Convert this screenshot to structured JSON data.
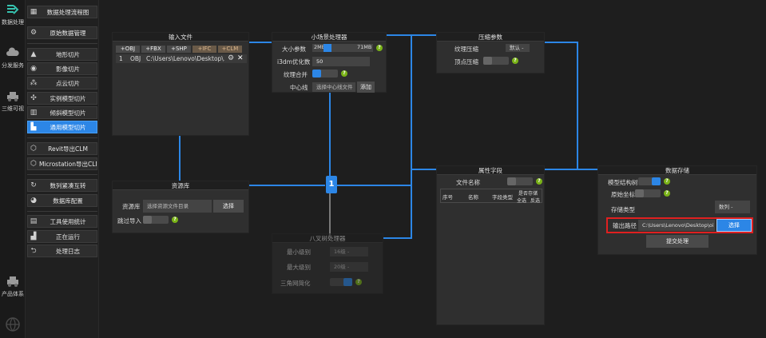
{
  "rail": [
    {
      "label": "数据处理",
      "icon": "data-processing-icon"
    },
    {
      "label": "分发服务",
      "icon": "cloud-distribution-icon"
    },
    {
      "label": "三维可视",
      "icon": "3d-view-icon"
    },
    {
      "label": "产品体系",
      "icon": "product-system-icon"
    }
  ],
  "menu": [
    {
      "label": "数据处理流程图",
      "icon": "grid-icon"
    },
    {
      "label": "原始数据管理",
      "icon": "gear-icon"
    },
    {
      "label": "地形切片",
      "icon": "terrain-icon"
    },
    {
      "label": "影像切片",
      "icon": "globe-icon"
    },
    {
      "label": "点云切片",
      "icon": "point-cloud-icon"
    },
    {
      "label": "实例模型切片",
      "icon": "instance-model-icon"
    },
    {
      "label": "倾斜模型切片",
      "icon": "oblique-model-icon"
    },
    {
      "label": "通用模型切片",
      "icon": "general-model-icon"
    },
    {
      "label": "Revit导出CLM",
      "icon": "cube-icon"
    },
    {
      "label": "Microstation导出CLM",
      "icon": "cube-icon"
    },
    {
      "label": "数列紧凑互转",
      "icon": "refresh-icon"
    },
    {
      "label": "数据库配置",
      "icon": "database-icon"
    },
    {
      "label": "工具使用统计",
      "icon": "document-icon"
    },
    {
      "label": "正在运行",
      "icon": "bar-chart-icon"
    },
    {
      "label": "处理日志",
      "icon": "undo-icon"
    }
  ],
  "input_node": {
    "title": "输入文件",
    "formats": [
      "+OBJ",
      "+FBX",
      "+SHP",
      "+IFC",
      "+CLM"
    ],
    "file": {
      "index": "1",
      "type": "OBJ",
      "path": "C:\\Users\\Lenovo\\Desktop\\..."
    }
  },
  "scene_node": {
    "title": "小场景处理器",
    "size_label": "大小参数",
    "size_min": "2MB",
    "size_max": "71MB",
    "optimize_label": "i3dm优化数",
    "optimize_value": "50",
    "texture_merge_label": "纹理合并",
    "centerline_label": "中心线",
    "centerline_placeholder": "选择中心线文件",
    "add_label": "添加"
  },
  "compress_node": {
    "title": "压缩参数",
    "texture_label": "纹理压缩",
    "texture_value": "默认 -",
    "vertex_label": "顶点压缩"
  },
  "resource_node": {
    "title": "资源库",
    "library_label": "资源库",
    "library_placeholder": "选择资源文件目录",
    "select_label": "选择",
    "skip_label": "跳过导入"
  },
  "octree_node": {
    "title": "八叉树处理器",
    "min_label": "最小级别",
    "min_value": "16级 -",
    "max_label": "最大级别",
    "max_value": "20级 -",
    "tri_label": "三角网简化"
  },
  "attr_node": {
    "title": "属性字段",
    "file_name_label": "文件名称",
    "columns": [
      "序号",
      "名称",
      "字段类型",
      "是否存储"
    ],
    "store_all": "全选",
    "store_invert": "反选"
  },
  "storage_node": {
    "title": "数据存储",
    "tree_label": "模型结构树",
    "coords_label": "原始坐标",
    "store_type_label": "存储类型",
    "store_type_value": "数列 -",
    "output_label": "输出路径",
    "output_value": "C:\\Users\\Lenovo\\Desktop\\oi",
    "select_label": "选择",
    "submit_label": "提交处理"
  },
  "merge_marker": "1",
  "help_glyph": "?",
  "colors": {
    "accent": "#2c86e6",
    "help": "#7ab317",
    "highlight": "#e02020"
  }
}
